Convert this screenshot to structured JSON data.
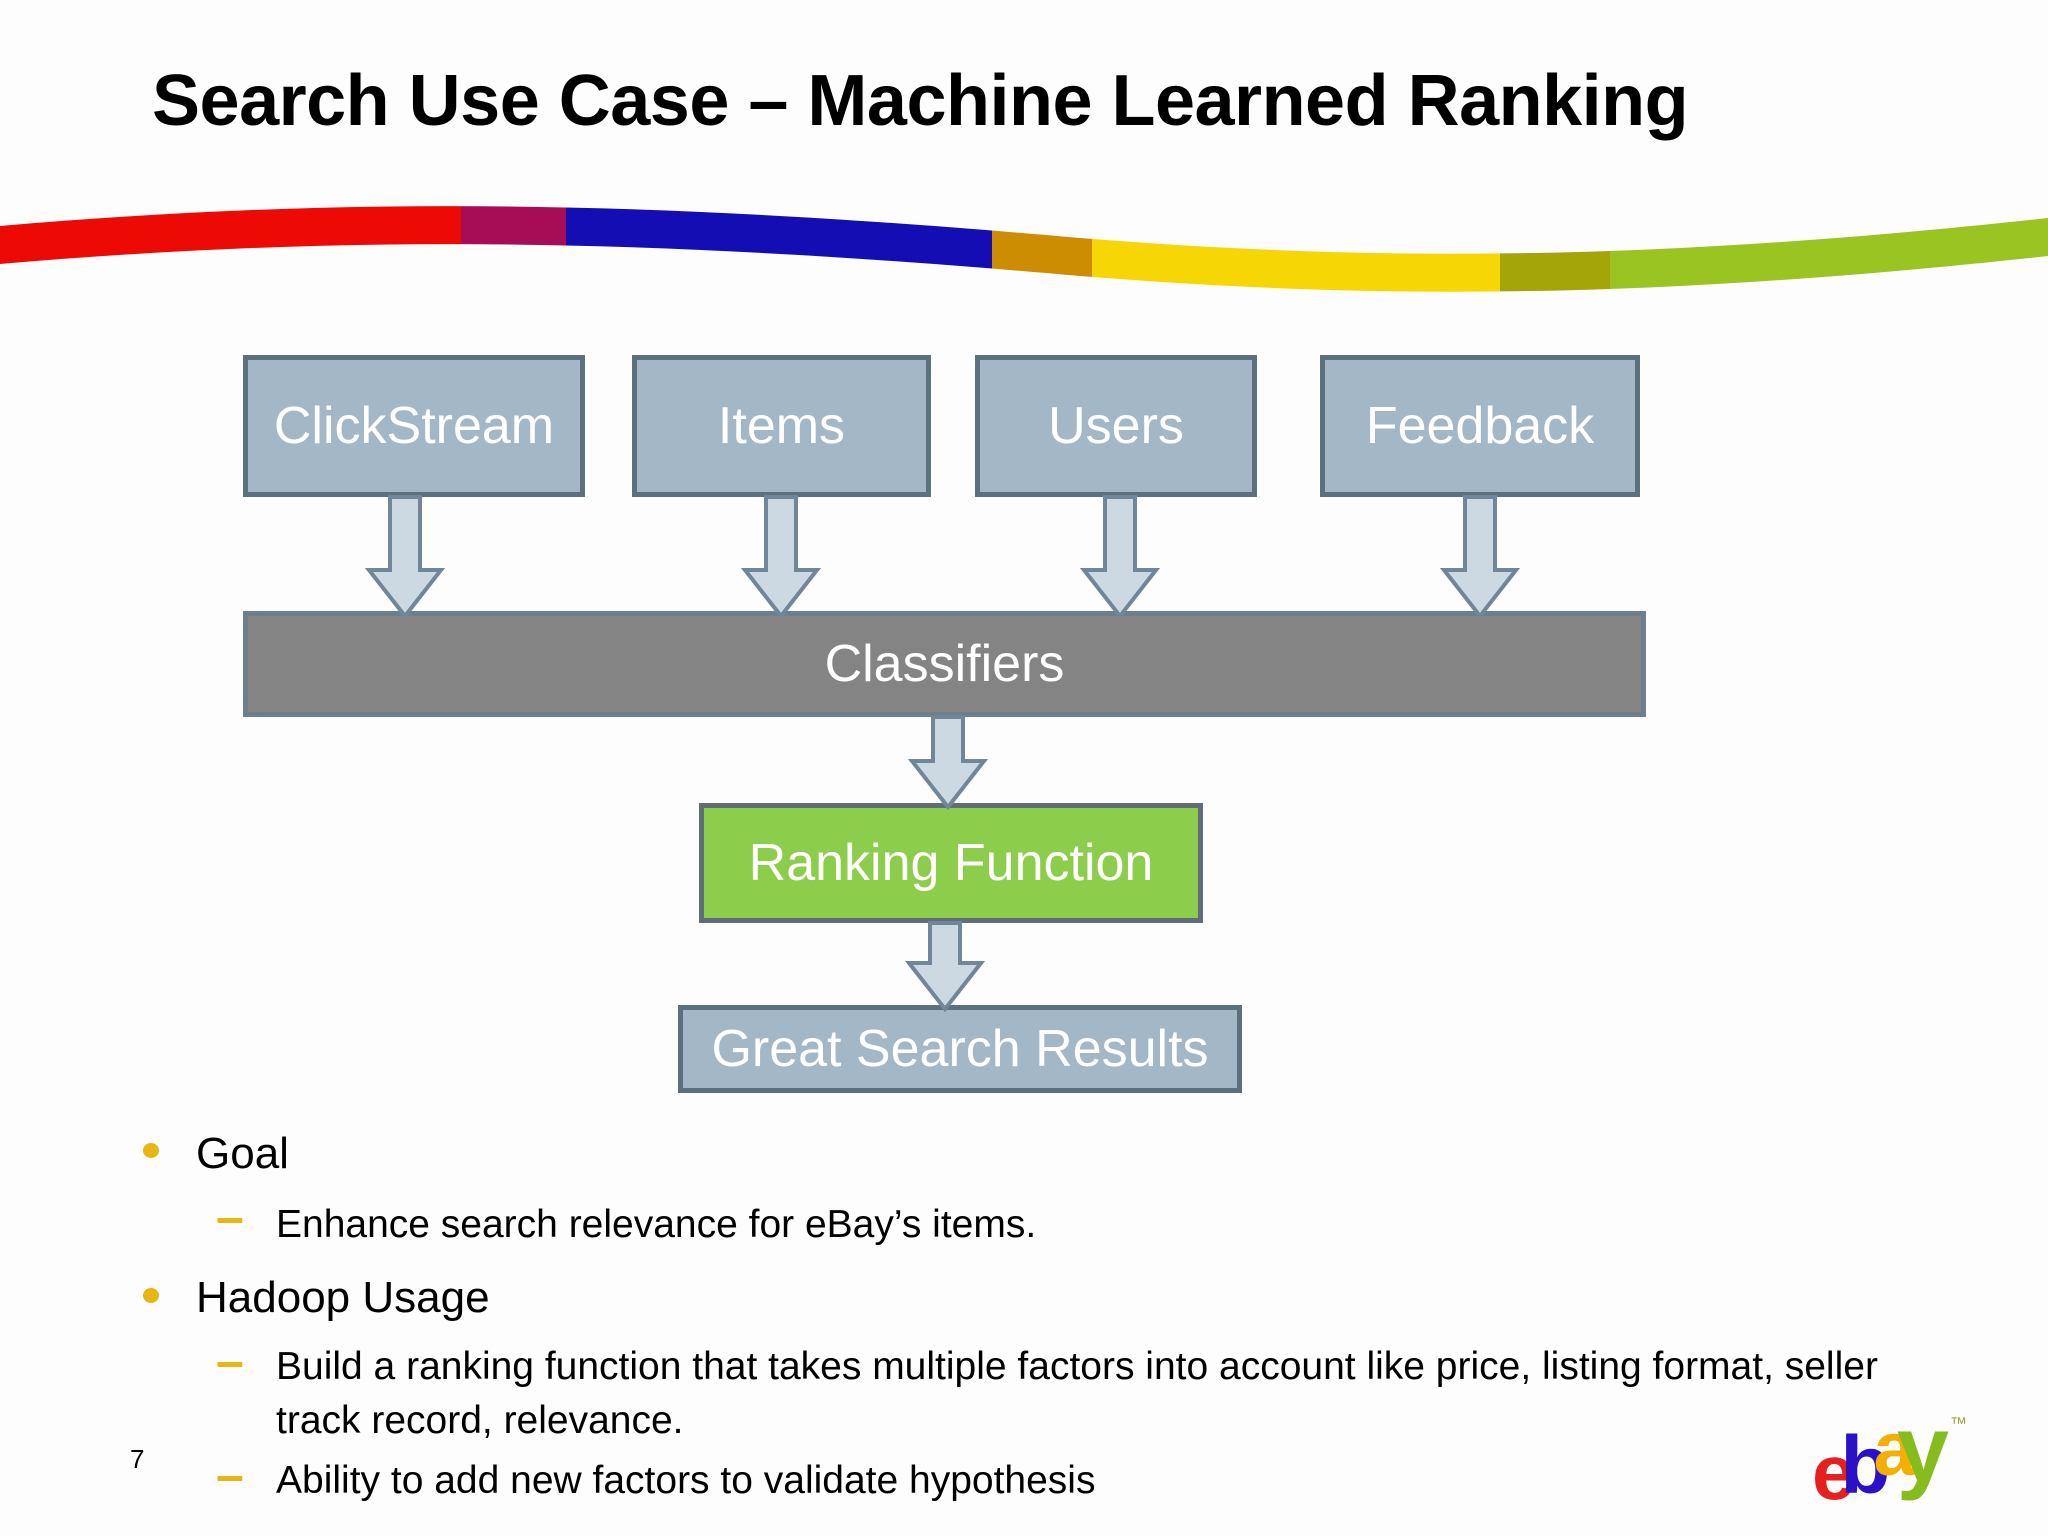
{
  "slide": {
    "title": "Search Use Case – Machine Learned Ranking",
    "page_number": "7"
  },
  "ribbon": {
    "segment_colors": [
      "#EE0A04",
      "#A60D56",
      "#150DB4",
      "#CD8D03",
      "#F6D605",
      "#A4A509",
      "#99C421"
    ]
  },
  "diagram": {
    "source_boxes": [
      {
        "label": "ClickStream"
      },
      {
        "label": "Items"
      },
      {
        "label": "Users"
      },
      {
        "label": "Feedback"
      }
    ],
    "classifiers": {
      "label": "Classifiers"
    },
    "ranking_function": {
      "label": "Ranking Function"
    },
    "results": {
      "label": "Great Search Results"
    },
    "colors": {
      "source_box_fill": "#A3B7C7",
      "source_box_border": "#5C707E",
      "classifiers_fill": "#848484",
      "ranking_fill": "#8CCE4C",
      "arrow_fill": "#CDD9E2",
      "arrow_border": "#72869A",
      "box_text": "#FFFFFF"
    }
  },
  "bullets": [
    {
      "label": "Goal",
      "sub_items": [
        "Enhance search relevance for eBay’s items."
      ]
    },
    {
      "label": "Hadoop Usage",
      "sub_items": [
        "Build a ranking function that takes multiple factors into account like price, listing format, seller track record, relevance.",
        "Ability to add new factors to validate hypothesis"
      ]
    }
  ],
  "bullet_style": {
    "level1_marker_color": "#E9B512",
    "level2_marker": "–"
  },
  "logo": {
    "letters": [
      {
        "char": "e",
        "color": "#E6201E"
      },
      {
        "char": "b",
        "color": "#2A11C8"
      },
      {
        "char": "a",
        "color": "#F5AF02"
      },
      {
        "char": "y",
        "color": "#86BC1E"
      }
    ],
    "trademark": "™"
  }
}
